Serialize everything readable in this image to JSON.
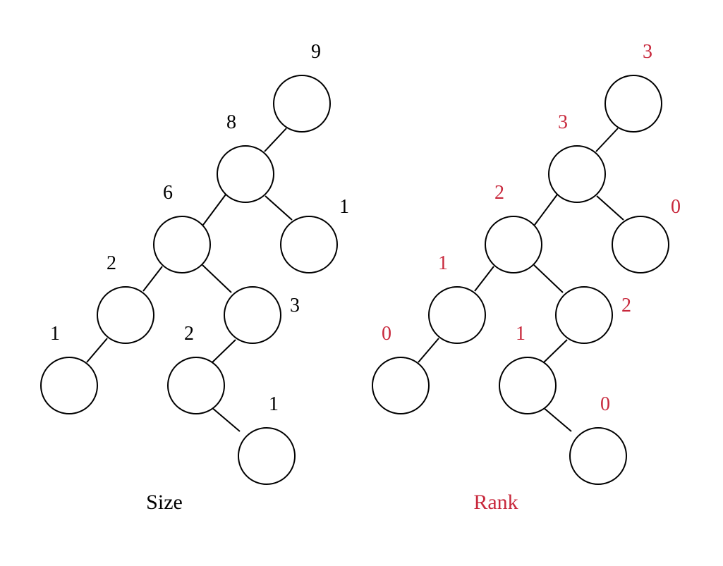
{
  "colors": {
    "size": "#000000",
    "rank": "#c8283c"
  },
  "size_tree": {
    "caption": "Size",
    "labels": [
      "9",
      "8",
      "6",
      "1",
      "2",
      "3",
      "1",
      "2",
      "1"
    ]
  },
  "rank_tree": {
    "caption": "Rank",
    "labels": [
      "3",
      "3",
      "2",
      "0",
      "1",
      "2",
      "0",
      "1",
      "0"
    ]
  }
}
